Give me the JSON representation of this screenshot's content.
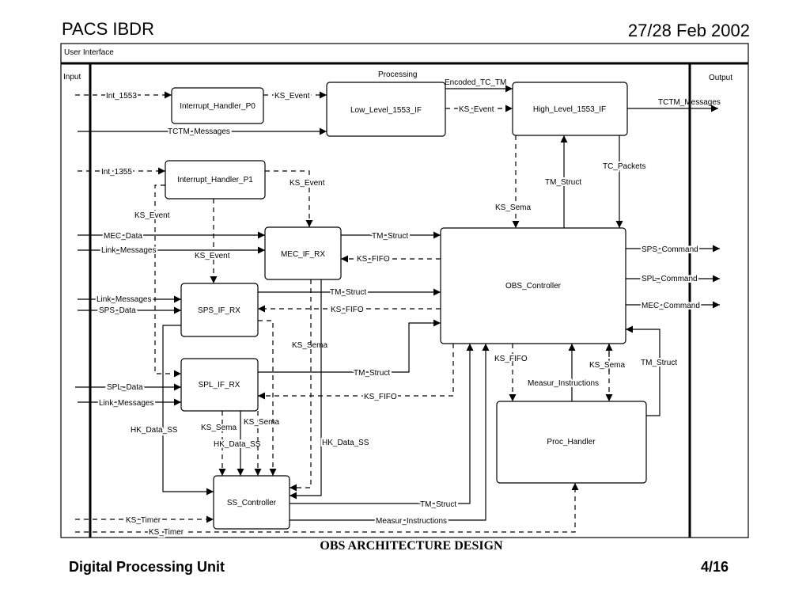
{
  "header": {
    "left": "PACS IBDR",
    "right": "27/28 Feb 2002"
  },
  "caption": "OBS ARCHITECTURE DESIGN",
  "footer": {
    "left": "Digital Processing Unit",
    "page": "4/16"
  },
  "diagram": {
    "regions": {
      "ui": "User Interface",
      "input": "Input",
      "processing": "Processing",
      "output": "Output"
    },
    "blocks": {
      "ih0": "Interrupt_Handler_P0",
      "ll": "Low_Level_1553_IF",
      "hl": "High_Level_1553_IF",
      "ih1": "Interrupt_Handler_P1",
      "mec": "MEC_IF_RX",
      "obs": "OBS_Controller",
      "sps": "SPS_IF_RX",
      "spl": "SPL_IF_RX",
      "proc": "Proc_Handler",
      "ss": "SS_Controller"
    },
    "labels": {
      "int1553": "Int_1553",
      "ksevent1": "KS_Event",
      "encoded": "Encoded_TC_TM",
      "ksevent2": "KS_Event",
      "tctm_out": "TCTM_Messages",
      "tctm_in": "TCTM_Messages",
      "int1355": "Int_1355",
      "ksevent3": "KS_Event",
      "ksevent4": "KS_Event",
      "tmstruct_hl": "TM_Struct",
      "tcpackets": "TC_Packets",
      "kssema_top": "KS_Sema",
      "mecdata": "MEC_Data",
      "tmstruct_mec": "TM_Struct",
      "linkmsg1": "Link_Messages",
      "ksevent5": "KS_Event",
      "ksfifo_mec": "KS_FIFO",
      "sps_cmd": "SPS_Command",
      "spl_cmd": "SPL_Command",
      "mec_cmd": "MEC_Command",
      "linkmsg2": "Link_Messages",
      "spsdata": "SPS_Data",
      "tmstruct_sps": "TM_Struct",
      "ksfifo_sps": "KS_FIFO",
      "kssema_mid": "KS_Sema",
      "ksfifo_obs": "KS_FIFO",
      "kssema_obs": "KS_Sema",
      "tmstruct_proc": "TM_Struct",
      "tmstruct_spl": "TM_Struct",
      "measur_mid": "Measur_Instructions",
      "spldata": "SPL_Data",
      "ksfifo_spl": "KS_FIFO",
      "linkmsg3": "Link_Messages",
      "kssema_spl1": "KS_Sema",
      "kssema_spl2": "KS_Sema",
      "hkdata_left": "HK_Data_SS",
      "hkdata_spl": "HK_Data_SS",
      "hkdata_mec": "HK_Data_SS",
      "tmstruct_ss": "TM_Struct",
      "kstimer1": "KS_Timer",
      "measur_ss": "Measur_Instructions",
      "kstimer2": "KS_Timer"
    }
  }
}
